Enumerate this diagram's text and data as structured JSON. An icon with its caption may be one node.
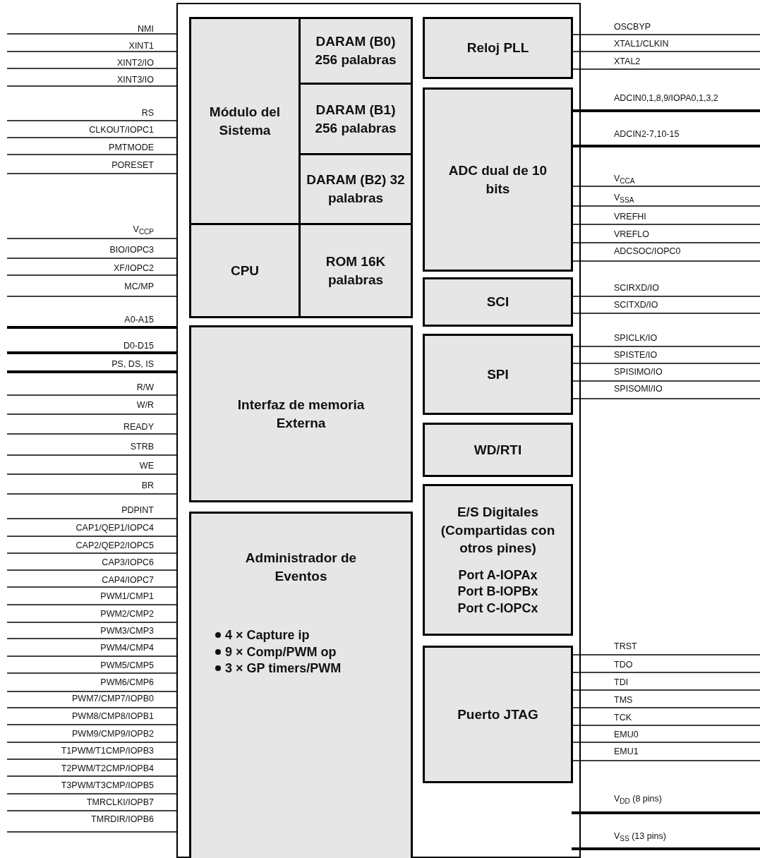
{
  "diagram": {
    "nodes": [
      {
        "text": [],
        "shape": "box"
      },
      {
        "text": [
          "Módulo del Sistema"
        ],
        "in": 0
      },
      {
        "text": [
          "DARAM (B0) 256 palabras"
        ],
        "in": 0
      },
      {
        "text": [
          "DARAM (B1) 256 palabras"
        ],
        "in": 0
      },
      {
        "text": [
          "DARAM (B2) 32 palabras"
        ],
        "in": 0
      },
      {
        "text": [
          "CPU"
        ],
        "in": 0
      },
      {
        "text": [
          "ROM 16K palabras"
        ],
        "in": 0
      },
      {
        "text": [
          "Interfaz de memoria Externa"
        ],
        "in": 0
      },
      {
        "text": [
          "Administrador de Eventos",
          "4 × Capture ip",
          "9 × Comp/PWM op",
          "3 × GP timers/PWM"
        ],
        "in": 0
      },
      {
        "text": [
          "Reloj PLL"
        ],
        "in": 0
      },
      {
        "text": [
          "ADC dual de 10 bits"
        ],
        "in": 0
      },
      {
        "text": [
          "SCI"
        ],
        "in": 0
      },
      {
        "text": [
          "SPI"
        ],
        "in": 0
      },
      {
        "text": [
          "WD/RTI"
        ],
        "in": 0
      },
      {
        "text": [
          "E/S Digitales (Compartidas con otros pines)",
          "Port A-IOPAx",
          "Port B-IOPBx",
          "Port C-IOPCx"
        ],
        "in": 0
      },
      {
        "text": [
          "Puerto JTAG"
        ],
        "in": 0
      }
    ],
    "labels": [
      "NMI",
      "XINT1",
      "XINT2/IO",
      "XINT3/IO",
      "RS",
      "CLKOUT/IOPC1",
      "PMTMODE",
      "PORESET",
      "V$_{CCP}$",
      "BIO/IOPC3",
      "XF/IOPC2",
      "MC/MP",
      "A0-A15",
      "D0-D15",
      "PS, DS, IS",
      "R/W",
      "W/R",
      "READY",
      "STRB",
      "WE",
      "BR",
      "PDPINT",
      "CAP1/QEP1/IOPC4",
      "CAP2/QEP2/IOPC5",
      "CAP3/IOPC6",
      "CAP4/IOPC7",
      "PWM1/CMP1",
      "PWM2/CMP2",
      "PWM3/CMP3",
      "PWM4/CMP4",
      "PWM5/CMP5",
      "PWM6/CMP6",
      "PWM7/CMP7/IOPB0",
      "PWM8/CMP8/IOPB1",
      "PWM9/CMP9/IOPB2",
      "T1PWM/T1CMP/IOPB3",
      "T2PWM/T2CMP/IOPB4",
      "T3PWM/T3CMP/IOPB5",
      "TMRCLKI/IOPB7",
      "TMRDIR/IOPB6",
      "OSCBYP",
      "XTAL1/CLKIN",
      "XTAL2",
      "ADCIN0,1,8,9/IOPA0,1,3,2",
      "ADCIN2-7,10-15",
      "V$_{CCA}$",
      "V$_{SSA}$",
      "VREFHI",
      "VREFLO",
      "ADCSOC/IOPC0",
      "SCIRXD/IO",
      "SCITXD/IO",
      "SPICLK/IO",
      "SPISTE/IO",
      "SPISIMO/IO",
      "SPISOMI/IO",
      "TRST",
      "TDO",
      "TDI",
      "TMS",
      "TCK",
      "EMU0",
      "EMU1",
      "V$_{DD}$ (8 pins)",
      "V$_{SS}$ (13 pins)"
    ]
  }
}
